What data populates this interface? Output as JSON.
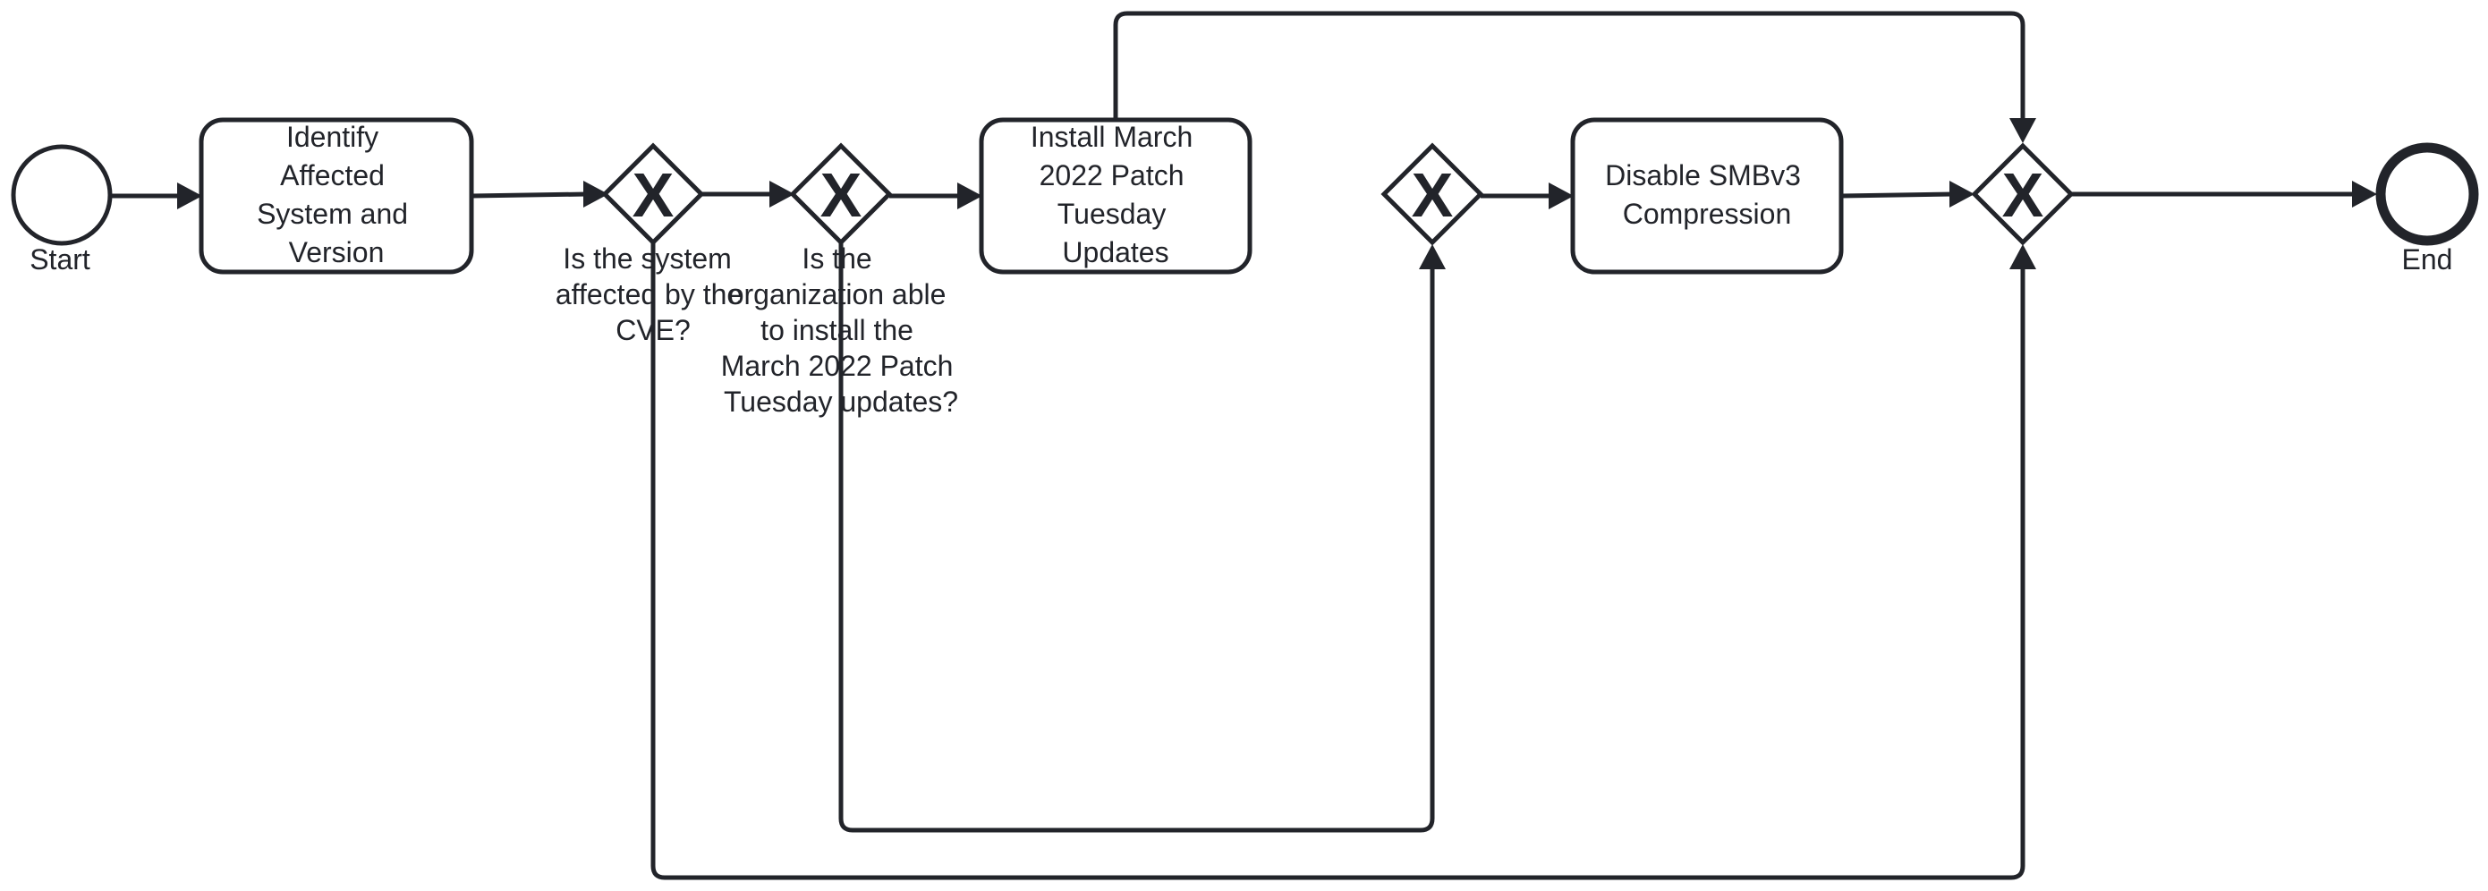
{
  "events": {
    "start": {
      "label": "Start"
    },
    "end": {
      "label": "End"
    }
  },
  "tasks": {
    "identify": {
      "lines": [
        "Identify",
        "Affected",
        "System and",
        "Version"
      ]
    },
    "install": {
      "lines": [
        "Install March",
        "2022 Patch",
        "Tuesday",
        "Updates"
      ]
    },
    "disable": {
      "lines": [
        "Disable SMBv3",
        "Compression"
      ]
    }
  },
  "gateways": {
    "symbol": "X",
    "affected": {
      "lines": [
        "Is the system",
        "affected by the",
        "CVE?"
      ]
    },
    "able": {
      "lines": [
        "Is the",
        "organization able",
        "to install the",
        "March 2022 Patch",
        "Tuesday updates?"
      ]
    }
  },
  "colors": {
    "stroke": "#22242a",
    "fill": "#ffffff"
  }
}
